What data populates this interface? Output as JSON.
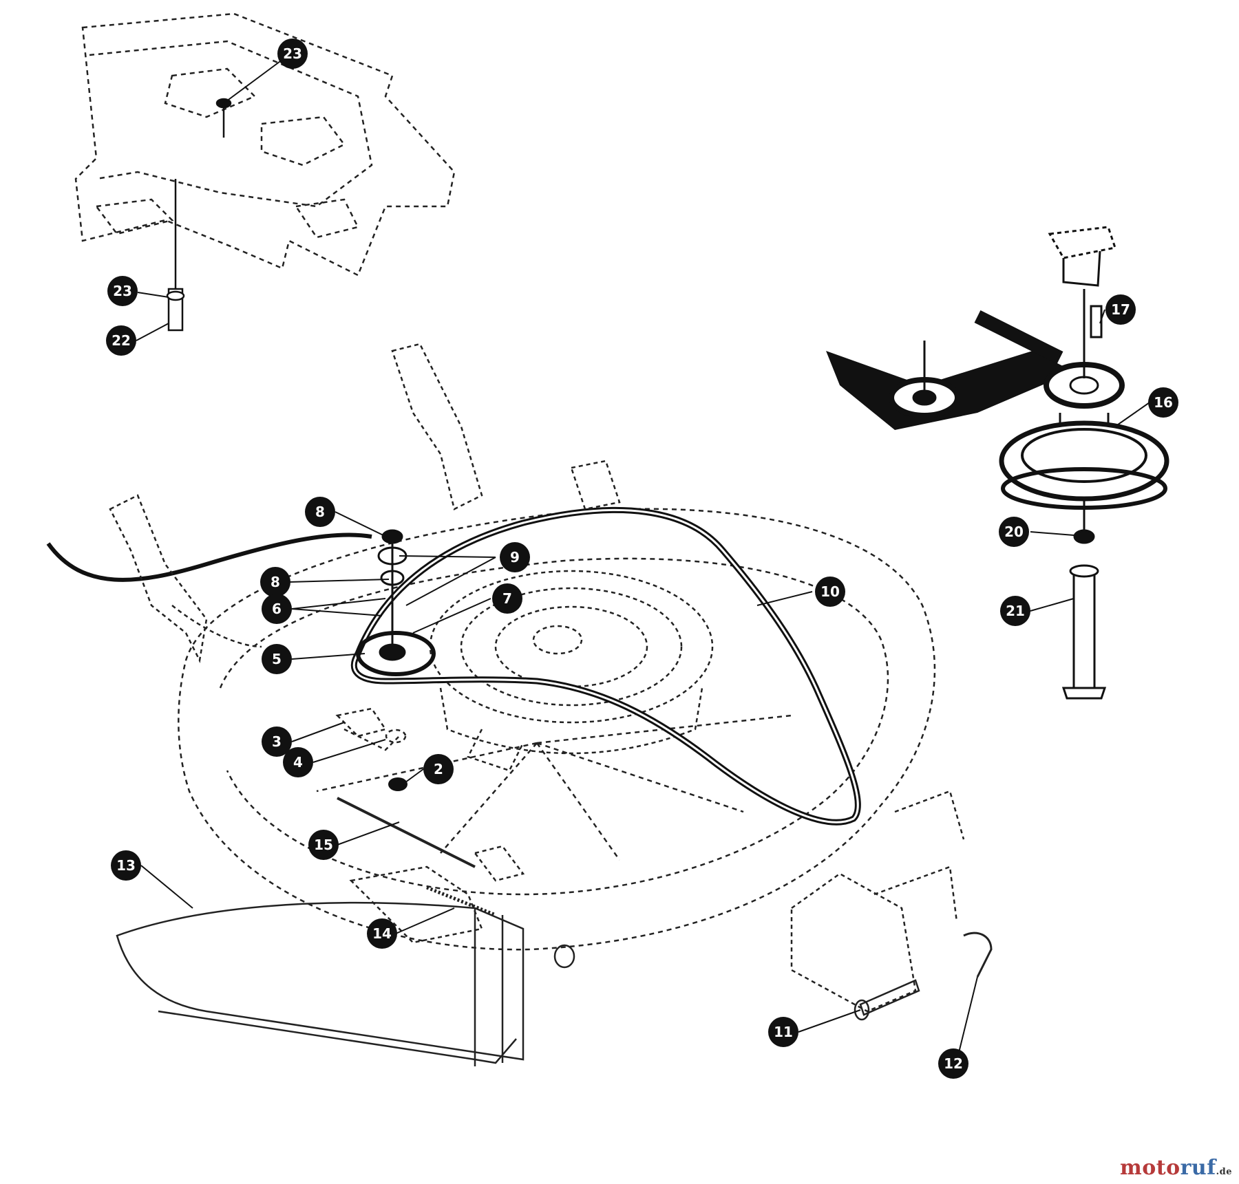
{
  "callouts": {
    "c2": "2",
    "c3": "3",
    "c4": "4",
    "c5": "5",
    "c6": "6",
    "c7": "7",
    "c8a": "8",
    "c8b": "8",
    "c9": "9",
    "c10": "10",
    "c11": "11",
    "c12": "12",
    "c13": "13",
    "c14": "14",
    "c15": "15",
    "c16": "16",
    "c17": "17",
    "c20": "20",
    "c21": "21",
    "c22": "22",
    "c23a": "23",
    "c23b": "23"
  },
  "watermark": {
    "part1": "moto",
    "part2": "ruf",
    "tld": ".de",
    "color1": "#b63a3a",
    "color2": "#3a6aa6",
    "tld_color": "#333333"
  }
}
